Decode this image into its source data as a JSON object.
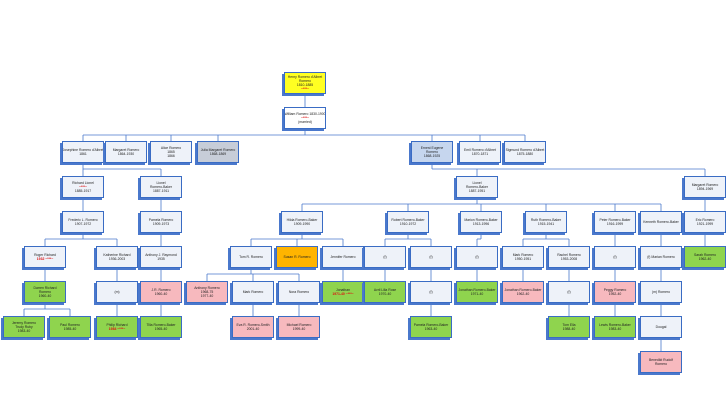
{
  "title": "Family tree",
  "nodes": [
    {
      "id": "root",
      "text": "Henry Romero d'Albret / Romero / 1810-1885 / ~***~",
      "color": "#ffff22"
    },
    {
      "id": "n2",
      "text": "William Romero 1830-1900 / ~***~ / (married)",
      "color": "#ffffff"
    },
    {
      "id": "r3a",
      "text": "Josephine Romero d'Albret / 1861",
      "color": "#eef2f9"
    },
    {
      "id": "r3b",
      "text": "Margaret Romero / 1864-1930",
      "color": "#eef2f9"
    },
    {
      "id": "r3c",
      "text": "Alice Romero / 1865 / 1866",
      "color": "#eef2f9"
    },
    {
      "id": "r3d",
      "text": "Julia Margaret Romero / 1868-1869",
      "color": "#c7cdd8"
    },
    {
      "id": "r3e",
      "text": "Ernest Eugene / Romero / 1868-1925",
      "color": "#c6d6ee"
    },
    {
      "id": "r3f",
      "text": "Emil Romero d'Albret / 1870-1871",
      "color": "#eef2f9"
    },
    {
      "id": "r3g",
      "text": "Sigmund Romero d'Albret / 1875-1880",
      "color": "#eef2f9"
    },
    {
      "id": "r4a",
      "text": "Richard Lionel / ~***~ / 1885-1917",
      "color": "#eef2f9"
    },
    {
      "id": "r4b",
      "text": "Lionel / Romero-Baker / 1887-1911",
      "color": "#eef2f9"
    },
    {
      "id": "r4c",
      "text": "Lionel / Romero-Baker / 1887-1951",
      "color": "#eef2f9"
    },
    {
      "id": "r4d",
      "text": "Margaret Romero / 1894-1969",
      "color": "#eef2f9"
    },
    {
      "id": "r5a",
      "text": "Frederic L. Romero / 1907-1972",
      "color": "#eef2f9"
    },
    {
      "id": "r5b",
      "text": "Pamela Romero / 1909-1973",
      "color": "#eef2f9"
    },
    {
      "id": "r5c",
      "text": "Hilda Romero-Baker / 1909-1990",
      "color": "#eef2f9"
    },
    {
      "id": "r5d",
      "text": "Robert Romero-Baker / 1910-1972",
      "color": "#eef2f9"
    },
    {
      "id": "r5e",
      "text": "Marion Romero-Baker / 1913-1996",
      "color": "#eef2f9"
    },
    {
      "id": "r5f",
      "text": "Ruth Romero-Baker / 1915-1941",
      "color": "#eef2f9"
    },
    {
      "id": "r5g",
      "text": "Peter Romero-Baker / 1916-1999",
      "color": "#eef2f9"
    },
    {
      "id": "r5h",
      "text": "Kenneth Romero-Baker",
      "color": "#eef2f9"
    },
    {
      "id": "r5i",
      "text": "Eric Romero / 1921-1999",
      "color": "#eef2f9"
    },
    {
      "id": "r6a",
      "text": "Roger Richard / 1932 ~***~",
      "color": "#eef2f9"
    },
    {
      "id": "r6b",
      "text": "Katherine Richard / 1936-2003",
      "color": "#eef2f9"
    },
    {
      "id": "r6c",
      "text": "Anthony J. Raymond / 1935",
      "color": "#eef2f9"
    },
    {
      "id": "r6d",
      "text": "Tom R. Romero",
      "color": "#eef2f9"
    },
    {
      "id": "r6e",
      "text": "Susan R. Romero",
      "color": "#ffb400"
    },
    {
      "id": "r6f",
      "text": "Jennifer Romero",
      "color": "#eef2f9"
    },
    {
      "id": "r6g",
      "text": "(f)",
      "color": "#eef2f9"
    },
    {
      "id": "r6h",
      "text": "(f)",
      "color": "#eef2f9"
    },
    {
      "id": "r6i",
      "text": "(f)",
      "color": "#eef2f9"
    },
    {
      "id": "r6j",
      "text": "Mark Romero / 1950-1951",
      "color": "#eef2f9"
    },
    {
      "id": "r6k",
      "text": "Rachel Romero / 1953-2008",
      "color": "#eef2f9"
    },
    {
      "id": "r6l",
      "text": "(f)",
      "color": "#eef2f9"
    },
    {
      "id": "r6m",
      "text": "(f) Marian Romero",
      "color": "#eef2f9"
    },
    {
      "id": "r6n",
      "text": "Sarah Romero / 1962-40",
      "color": "#8fd44e"
    },
    {
      "id": "r7a",
      "text": "Darren Richard / Romero / 1960-40",
      "color": "#8fd44e"
    },
    {
      "id": "r7b",
      "text": "(m)",
      "color": "#eef2f9"
    },
    {
      "id": "r7c",
      "text": "J.R. Romero / 1960-40",
      "color": "#f7b9be"
    },
    {
      "id": "r7d",
      "text": "Anthony Romero / 1968-75 / 1977-40",
      "color": "#f7b9be"
    },
    {
      "id": "r7e",
      "text": "Mark Romero",
      "color": "#eef2f9"
    },
    {
      "id": "r7f",
      "text": "Nora Romero",
      "color": "#eef2f9"
    },
    {
      "id": "r7g",
      "text": "Jonathan / 1971-40 ~***~",
      "color": "#8fd44e"
    },
    {
      "id": "r7h",
      "text": "Avril Lilla Rose / 1970-40",
      "color": "#8fd44e"
    },
    {
      "id": "r7i",
      "text": "(f)",
      "color": "#eef2f9"
    },
    {
      "id": "r7j",
      "text": "Jonathan Romero-Baker / 1971-40",
      "color": "#8fd44e"
    },
    {
      "id": "r7k",
      "text": "Jonathan Romero-Baker / 1962-40",
      "color": "#f7b9be"
    },
    {
      "id": "r7l",
      "text": "(f)",
      "color": "#eef2f9"
    },
    {
      "id": "r7m",
      "text": "Peggy Romero / 1952-40",
      "color": "#f7b9be"
    },
    {
      "id": "r7n",
      "text": "(m) Romero",
      "color": "#eef2f9"
    },
    {
      "id": "r8a",
      "text": "Jeremy Romero / Trudy Ruby / 1983-40",
      "color": "#8fd44e"
    },
    {
      "id": "r8b",
      "text": "Paul Romero / 1985-40",
      "color": "#8fd44e"
    },
    {
      "id": "r8c",
      "text": "Philip Richard / 1984 ~***~",
      "color": "#8fd44e"
    },
    {
      "id": "r8d",
      "text": "Tilla Romero-Baker / 1965-40",
      "color": "#8fd44e"
    },
    {
      "id": "r8e",
      "text": "Eva R. Romero-Smith / 2001-40",
      "color": "#f7b9be"
    },
    {
      "id": "r8f",
      "text": "Michael Romero / 1999-40",
      "color": "#f7b9be"
    },
    {
      "id": "r8g",
      "text": "Pamela Romero-Baker / 1963-40",
      "color": "#8fd44e"
    },
    {
      "id": "r8h",
      "text": "Tom Ella / 1988-40",
      "color": "#8fd44e"
    },
    {
      "id": "r8i",
      "text": "Lewis Romero-Baker / 1983-40",
      "color": "#8fd44e"
    },
    {
      "id": "r8j",
      "text": "Dougal",
      "color": "#eef2f9"
    },
    {
      "id": "r9a",
      "text": "Benedikt Rudolf / Romero",
      "color": "#f7b9be"
    }
  ],
  "edges": [
    [
      "root",
      "n2"
    ],
    [
      "n2",
      "r3a"
    ],
    [
      "n2",
      "r3b"
    ],
    [
      "n2",
      "r3c"
    ],
    [
      "n2",
      "r3d"
    ],
    [
      "n2",
      "r3e"
    ],
    [
      "n2",
      "r3f"
    ],
    [
      "n2",
      "r3g"
    ],
    [
      "r3a",
      "r4a"
    ],
    [
      "r3a",
      "r4b"
    ],
    [
      "r3e",
      "r4c"
    ],
    [
      "r3e",
      "r4d"
    ],
    [
      "r4a",
      "r5a"
    ],
    [
      "r4b",
      "r5b"
    ],
    [
      "r4c",
      "r5c"
    ],
    [
      "r4c",
      "r5d"
    ],
    [
      "r4c",
      "r5e"
    ],
    [
      "r4c",
      "r5f"
    ],
    [
      "r4c",
      "r5g"
    ],
    [
      "r4c",
      "r5h"
    ],
    [
      "r4d",
      "r5i"
    ],
    [
      "r5a",
      "r6a"
    ],
    [
      "r5a",
      "r6b"
    ],
    [
      "r5b",
      "r6c"
    ],
    [
      "r5c",
      "r6d"
    ],
    [
      "r5c",
      "r6e"
    ],
    [
      "r5c",
      "r6f"
    ],
    [
      "r5d",
      "r6g"
    ],
    [
      "r5d",
      "r6h"
    ],
    [
      "r5e",
      "r6i"
    ],
    [
      "r5f",
      "r6j"
    ],
    [
      "r5f",
      "r6k"
    ],
    [
      "r5g",
      "r6l"
    ],
    [
      "r5h",
      "r6m"
    ],
    [
      "r5i",
      "r6n"
    ],
    [
      "r6a",
      "r7a"
    ],
    [
      "r6b",
      "r7b"
    ],
    [
      "r6c",
      "r7c"
    ],
    [
      "r6d",
      "r7d"
    ],
    [
      "r6d",
      "r7e"
    ],
    [
      "r6d",
      "r7f"
    ],
    [
      "r6f",
      "r7g"
    ],
    [
      "r6g",
      "r7h"
    ],
    [
      "r6h",
      "r7i"
    ],
    [
      "r6i",
      "r7j"
    ],
    [
      "r6j",
      "r7k"
    ],
    [
      "r6k",
      "r7l"
    ],
    [
      "r6l",
      "r7m"
    ],
    [
      "r6m",
      "r7n"
    ],
    [
      "r7a",
      "r8a"
    ],
    [
      "r7a",
      "r8b"
    ],
    [
      "r7b",
      "r8c"
    ],
    [
      "r7c",
      "r8d"
    ],
    [
      "r7e",
      "r8e"
    ],
    [
      "r7f",
      "r8f"
    ],
    [
      "r7i",
      "r8g"
    ],
    [
      "r7l",
      "r8h"
    ],
    [
      "r7m",
      "r8i"
    ],
    [
      "r7n",
      "r8j"
    ],
    [
      "r8j",
      "r9a"
    ]
  ]
}
